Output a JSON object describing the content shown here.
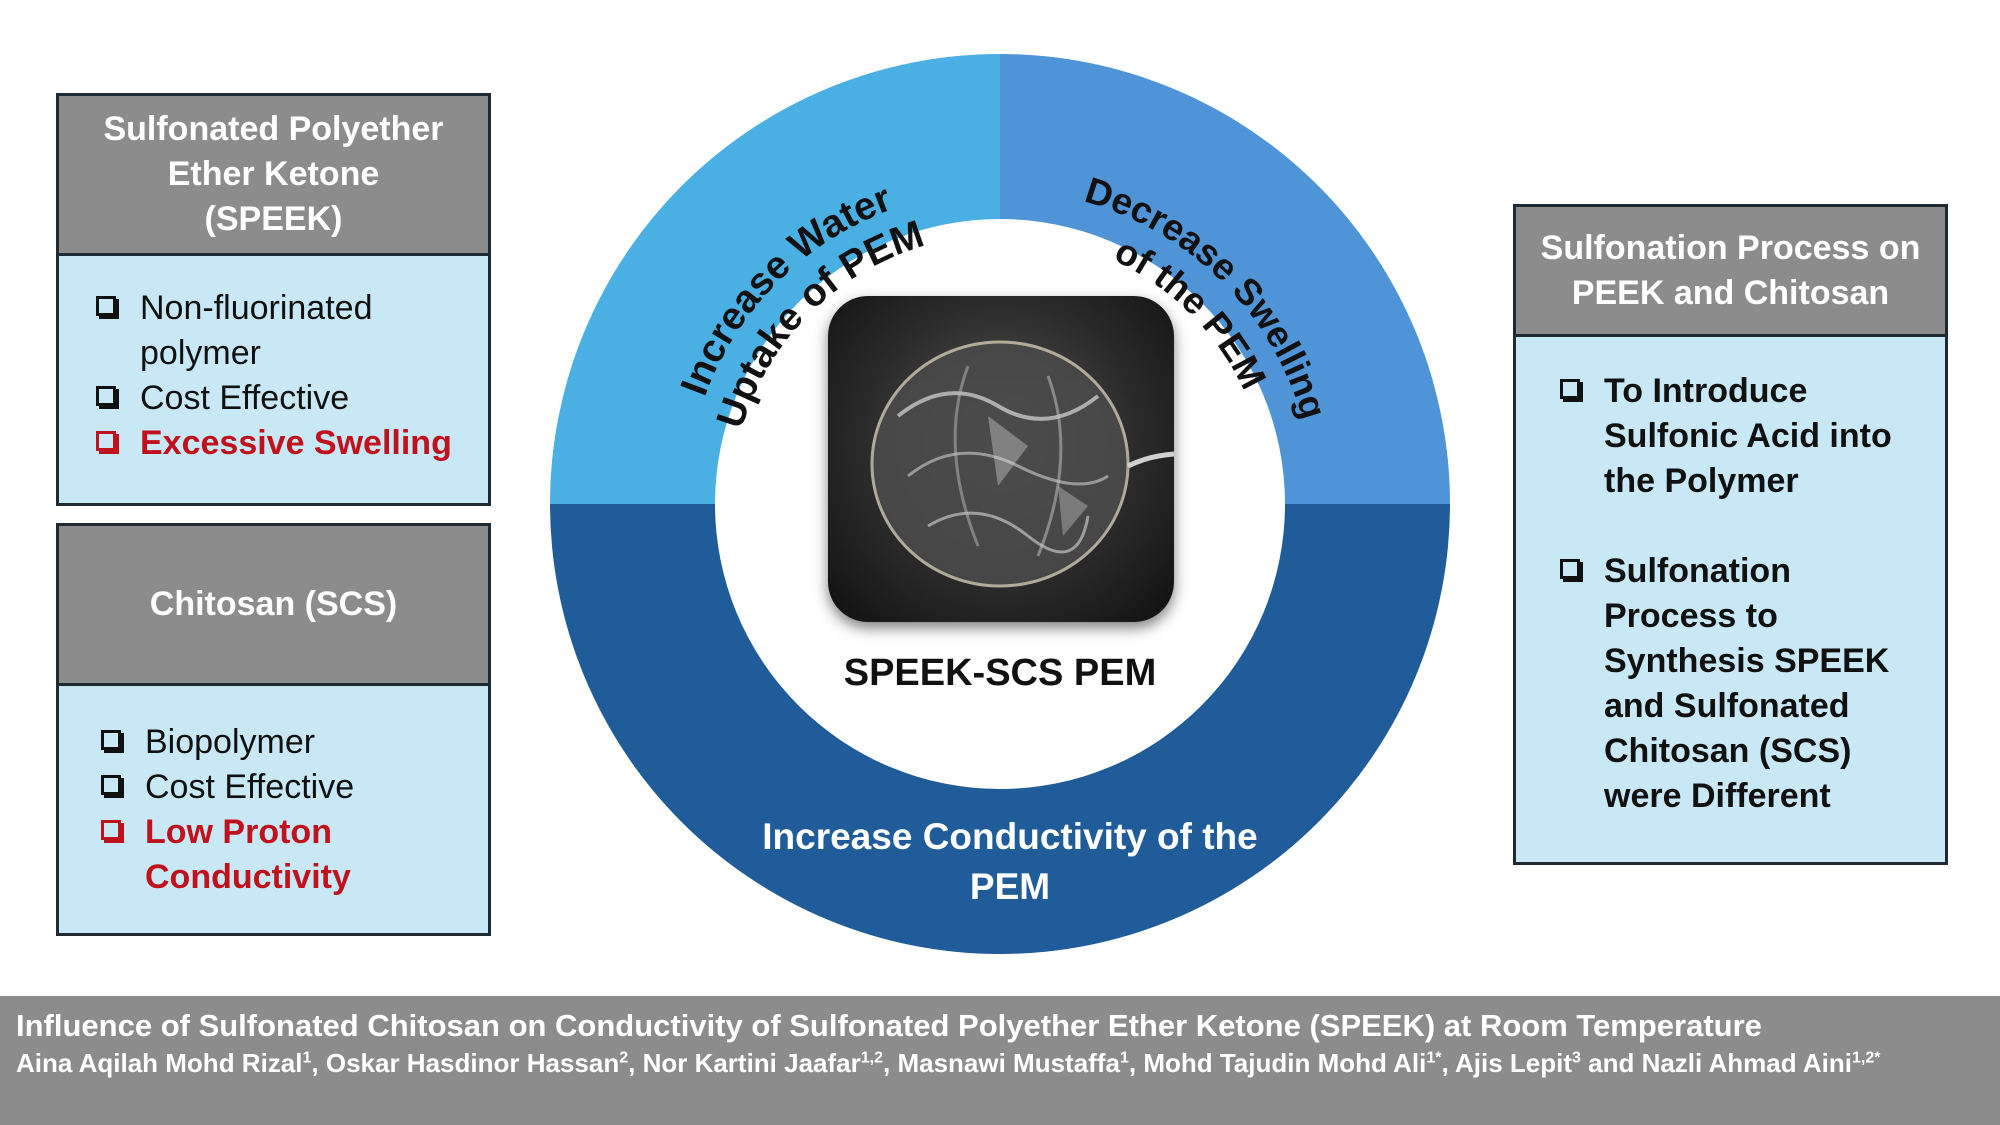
{
  "left_panel_top": {
    "title": "Sulfonated Polyether Ether Ketone (SPEEK)",
    "items": [
      {
        "text": "Non-fluorinated polymer",
        "highlight": false
      },
      {
        "text": "Cost Effective",
        "highlight": false
      },
      {
        "text": "Excessive Swelling",
        "highlight": true
      }
    ]
  },
  "left_panel_bottom": {
    "title": "Chitosan (SCS)",
    "items": [
      {
        "text": "Biopolymer",
        "highlight": false
      },
      {
        "text": "Cost Effective",
        "highlight": false
      },
      {
        "text": "Low Proton Conductivity",
        "highlight": true
      }
    ]
  },
  "right_panel": {
    "title": "Sulfonation Process on PEEK and Chitosan",
    "items": [
      {
        "text": "To Introduce Sulfonic Acid into the Polymer"
      },
      {
        "text": "Sulfonation Process to Synthesis SPEEK and Sulfonated Chitosan (SCS) were Different"
      }
    ]
  },
  "ring": {
    "segment_top_left": {
      "line1": "Increase Water",
      "line2": "Uptake of PEM",
      "color": "#4ab0e4"
    },
    "segment_top_right": {
      "line1": "Decrease Swelling",
      "line2": "of the PEM",
      "color": "#4e94d6"
    },
    "segment_bottom": {
      "line1": "Increase Conductivity of the",
      "line2": "PEM",
      "color": "#1f5c99"
    }
  },
  "center": {
    "label": "SPEEK-SCS PEM",
    "image": "membrane-photo"
  },
  "footer": {
    "title": "Influence of Sulfonated Chitosan on Conductivity of Sulfonated Polyether Ether Ketone (SPEEK) at Room Temperature",
    "authors": [
      {
        "name": "Aina Aqilah Mohd Rizal",
        "aff": "1"
      },
      {
        "name": "Oskar Hasdinor Hassan",
        "aff": "2"
      },
      {
        "name": "Nor Kartini Jaafar",
        "aff": "1,2"
      },
      {
        "name": "Masnawi Mustaffa",
        "aff": "1"
      },
      {
        "name": "Mohd Tajudin Mohd Ali",
        "aff": "1*"
      },
      {
        "name": "Ajis Lepit",
        "aff": "3"
      },
      {
        "name": "Nazli Ahmad Aini",
        "aff": "1,2*"
      }
    ]
  },
  "colors": {
    "panel_header": "#8c8c8c",
    "panel_body": "#c9e8f6",
    "highlight_text": "#c0121c"
  }
}
